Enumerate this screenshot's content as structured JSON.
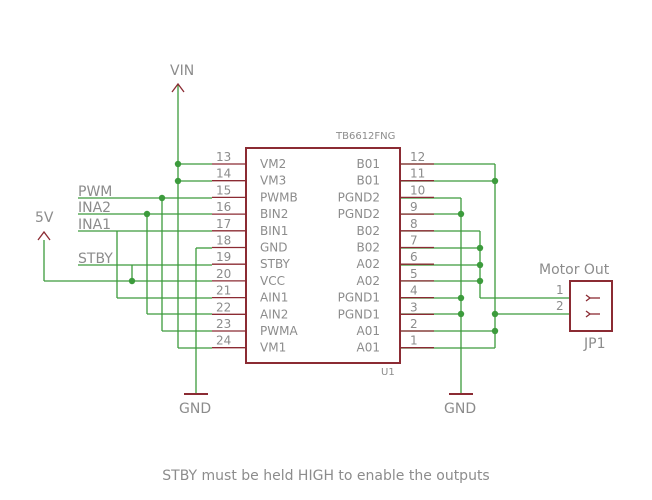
{
  "ic": {
    "part_name": "TB6612FNG",
    "ref": "U1",
    "left_pins": [
      {
        "num": "13",
        "name": "VM2"
      },
      {
        "num": "14",
        "name": "VM3"
      },
      {
        "num": "15",
        "name": "PWMB"
      },
      {
        "num": "16",
        "name": "BIN2"
      },
      {
        "num": "17",
        "name": "BIN1"
      },
      {
        "num": "18",
        "name": "GND"
      },
      {
        "num": "19",
        "name": "STBY"
      },
      {
        "num": "20",
        "name": "VCC"
      },
      {
        "num": "21",
        "name": "AIN1"
      },
      {
        "num": "22",
        "name": "AIN2"
      },
      {
        "num": "23",
        "name": "PWMA"
      },
      {
        "num": "24",
        "name": "VM1"
      }
    ],
    "right_pins": [
      {
        "num": "12",
        "name": "B01"
      },
      {
        "num": "11",
        "name": "B01"
      },
      {
        "num": "10",
        "name": "PGND2"
      },
      {
        "num": "9",
        "name": "PGND2"
      },
      {
        "num": "8",
        "name": "B02"
      },
      {
        "num": "7",
        "name": "B02"
      },
      {
        "num": "6",
        "name": "A02"
      },
      {
        "num": "5",
        "name": "A02"
      },
      {
        "num": "4",
        "name": "PGND1"
      },
      {
        "num": "3",
        "name": "PGND1"
      },
      {
        "num": "2",
        "name": "A01"
      },
      {
        "num": "1",
        "name": "A01"
      }
    ]
  },
  "nets": {
    "vin": "VIN",
    "v5": "5V",
    "pwm": "PWM",
    "ina2": "INA2",
    "ina1": "INA1",
    "stby": "STBY",
    "gnd_left": "GND",
    "gnd_right": "GND"
  },
  "connector": {
    "title": "Motor Out",
    "ref": "JP1",
    "pin1": "1",
    "pin2": "2"
  },
  "note": "STBY must be held HIGH to enable the outputs",
  "colors": {
    "wire": "#3c9b3c",
    "part": "#8b2b33",
    "text": "#8c8c8c"
  }
}
